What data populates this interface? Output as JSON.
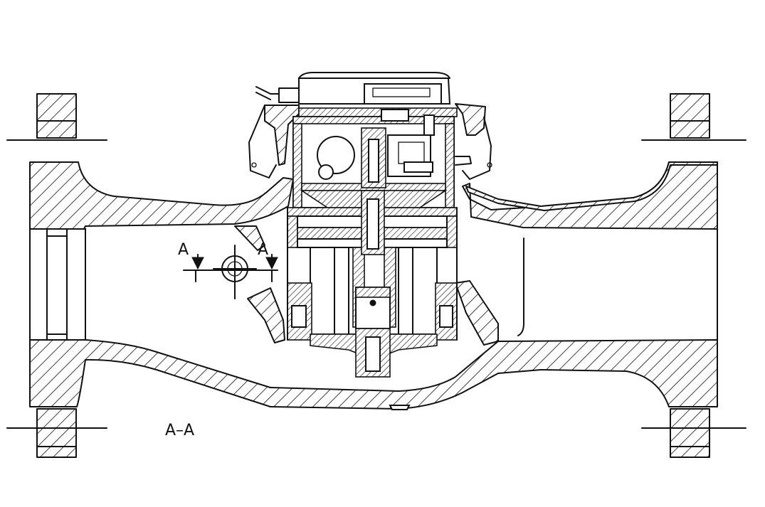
{
  "section_marks": {
    "left_label": "A",
    "right_label": "A"
  },
  "view_caption": "A–A"
}
